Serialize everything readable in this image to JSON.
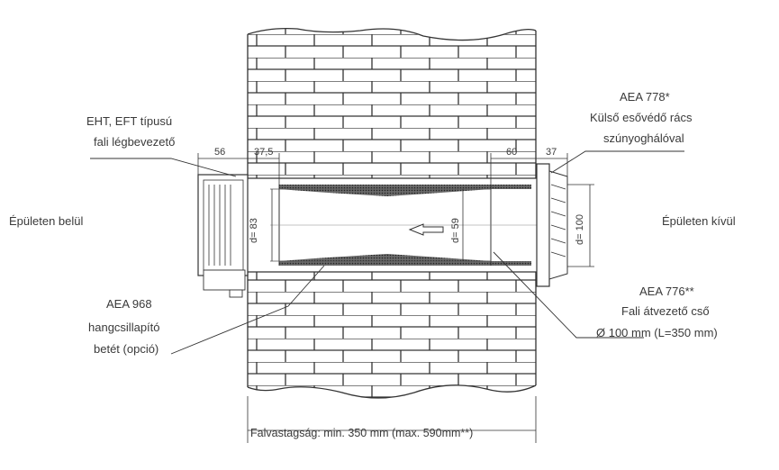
{
  "labels": {
    "inside": "Épületen belül",
    "outside": "Épületen kívül",
    "eht_line1": "EHT, EFT  típusú",
    "eht_line2": "fali légbevezető",
    "aea778_line1": "AEA 778*",
    "aea778_line2": "Külső esővédő rács",
    "aea778_line3": "szúnyoghálóval",
    "aea776_line1": "AEA 776**",
    "aea776_line2": "Fali átvezető cső",
    "aea776_line3": "Ø 100 mm (L=350 mm)",
    "aea968_line1": "AEA 968",
    "aea968_line2": "hangcsillapító",
    "aea968_line3": "betét (opció)",
    "wall_thickness": "Falvastagság: min. 350 mm (max. 590mm**)"
  },
  "dimensions": {
    "d56": "56",
    "d37_5": "37,5",
    "d60": "60",
    "d37": "37",
    "d83": "d= 83",
    "d59": "d= 59",
    "d100": "d= 100"
  },
  "colors": {
    "line": "#2b2b2b",
    "brick": "#ffffff",
    "hatch": "#555555"
  }
}
